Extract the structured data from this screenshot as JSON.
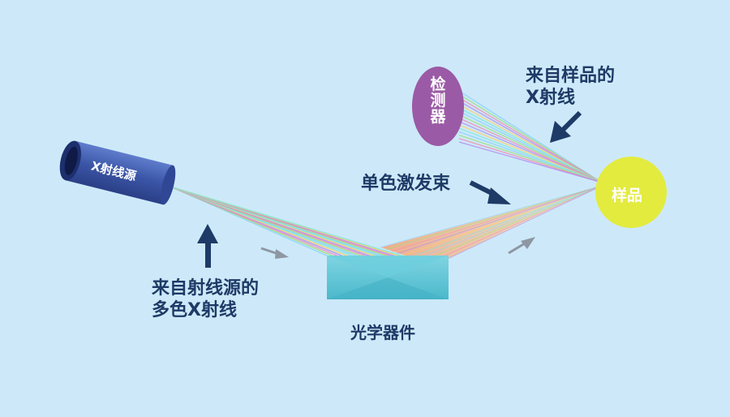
{
  "labels": {
    "source": "X射线源",
    "polychromatic": [
      "来自射线源的",
      "多色X射线"
    ],
    "optic": "光学器件",
    "monochromatic": "单色激发束",
    "sample": "样品",
    "detector": "检测器",
    "sample_xray": [
      "来自样品的",
      "X射线"
    ]
  },
  "colors": {
    "background": "#cde9f9",
    "tube": "#3b55a6",
    "detector": "#9b5aa5",
    "sample": "#e3eb3e",
    "optic": "#5cc6d6",
    "arrow_dark": "#1e3a66",
    "arrow_gray": "#8d97a3",
    "label": "#1e3a66",
    "beam_colors": [
      "#8ad1ff",
      "#9ee07a",
      "#f58ab4",
      "#b38cf0",
      "#ffd166",
      "#7ee8d8"
    ]
  }
}
